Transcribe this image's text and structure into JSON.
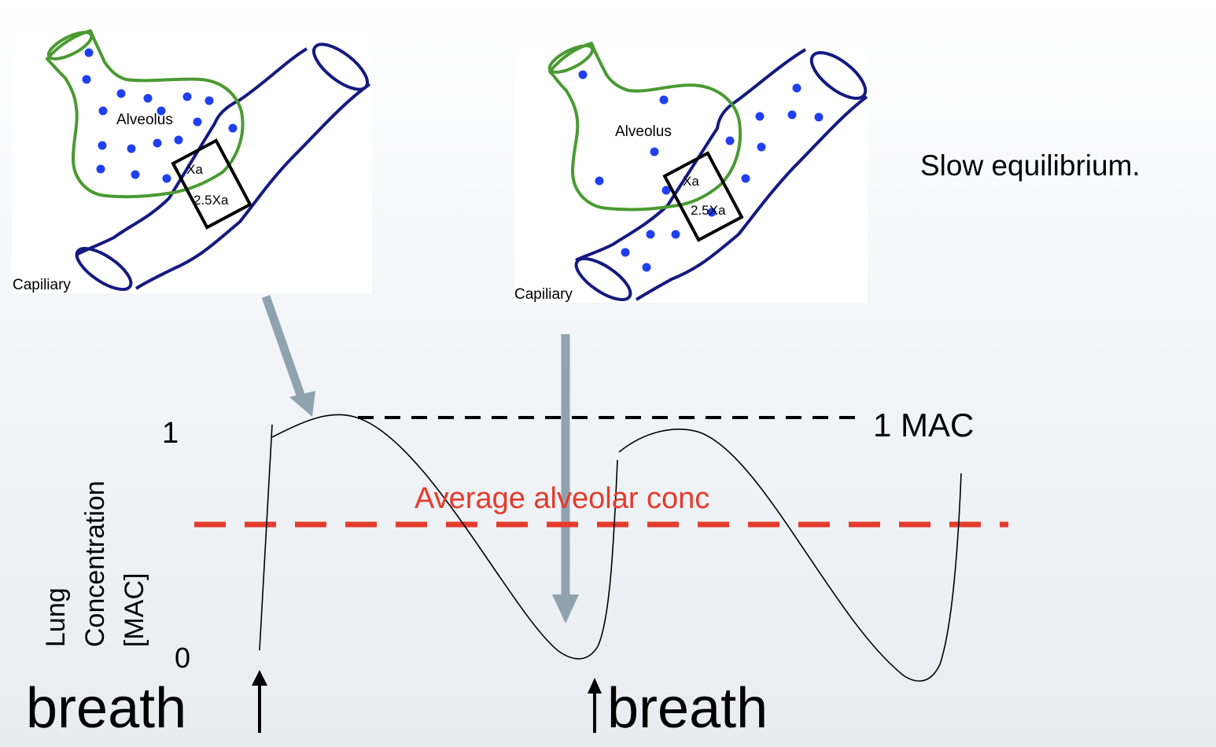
{
  "diagrams": [
    {
      "alveolus_label": "Alveolus",
      "capillary_label": "Capiliary",
      "box_top_label": "Xa",
      "box_bottom_label": "2.5Xa"
    },
    {
      "alveolus_label": "Alveolus",
      "capillary_label": "Capiliary",
      "box_top_label": "Xa",
      "box_bottom_label": "2.5Xa"
    }
  ],
  "slow_text": "Slow equilibrium.",
  "graph": {
    "y_axis_label_lines": [
      "Lung",
      "Concentration",
      "[MAC]"
    ],
    "y_tick_top": "1",
    "y_tick_bottom": "0",
    "mac_label": "1 MAC",
    "average_label": "Average alveolar conc",
    "breath_left": "breath",
    "breath_right": "breath"
  },
  "colors": {
    "alveolus": "#4a9a32",
    "capillary": "#141a80",
    "molecule": "#1f3ff0",
    "pointer_arrow": "#8fa3af",
    "average_line": "#e43b2c",
    "mac_line": "#000000"
  }
}
